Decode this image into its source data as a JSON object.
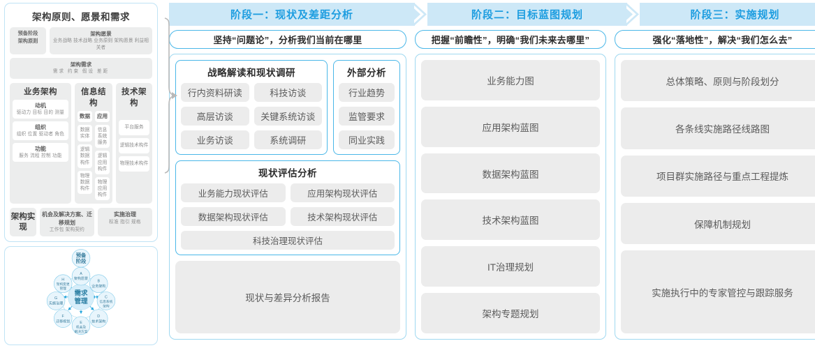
{
  "colors": {
    "accent": "#1d9de0",
    "band": "#cde8f7",
    "border_light": "#bfe3f5",
    "border_mid": "#9fd8f0",
    "border_strong": "#4ab7e8",
    "chip_bg": "#ececec",
    "text_dark": "#2b2b2b",
    "text_mid": "#5b5b5b",
    "circle_fill": "#e8f5fc",
    "circle_stroke": "#79c7e8"
  },
  "left_panel": {
    "framework": {
      "title": "架构原则、愿景和需求",
      "prep": {
        "line1": "预备阶段",
        "line2": "架构原则"
      },
      "vision": {
        "heading": "架构愿景",
        "sub": "业务战略 技术战略 业务原则 架构愿景 利益相关者"
      },
      "requirements": {
        "heading": "架构需求",
        "sub": "需求  约束  假设  差距"
      },
      "columns": [
        {
          "title": "业务架构",
          "blocks": [
            {
              "heading": "动机",
              "sub": "驱动力 目标 目的 测量"
            },
            {
              "heading": "组织",
              "sub": "组织 位置 驱动者 角色"
            },
            {
              "heading": "功能",
              "sub": "服务 流程 控制 功能"
            }
          ]
        },
        {
          "title": "信息结构",
          "left_cells": [
            "数据",
            "数据实体",
            "逻辑数据构件",
            "物理数据构件"
          ],
          "right_cells": [
            "应用",
            "信息系统服务",
            "逻辑应用构件",
            "物理应用构件"
          ]
        },
        {
          "title": "技术架构",
          "cells": [
            "平台服务",
            "逻辑技术构件",
            "物理技术构件"
          ]
        }
      ],
      "implementation": {
        "label": "架构实现",
        "items": [
          {
            "heading": "机会及解决方案、迁移规划",
            "sub": "工作包  架构契约"
          },
          {
            "heading": "实施治理",
            "sub": "标准  指引  规格"
          }
        ]
      }
    },
    "adm": {
      "center": "需求管理",
      "prelim": "预备阶段",
      "nodes": [
        {
          "key": "A",
          "label": "架构愿景"
        },
        {
          "key": "B",
          "label": "业务架构"
        },
        {
          "key": "C",
          "label": "信息系统架构"
        },
        {
          "key": "D",
          "label": "技术架构"
        },
        {
          "key": "E",
          "label": "机会及解决方案"
        },
        {
          "key": "F",
          "label": "迁移规划"
        },
        {
          "key": "G",
          "label": "实施治理"
        },
        {
          "key": "H",
          "label": "架构变更管理"
        }
      ]
    }
  },
  "phases": [
    {
      "band": "阶段一：现状及差距分析",
      "statement": "坚持“问题论”，分析我们当前在哪里"
    },
    {
      "band": "阶段二：目标蓝图规划",
      "statement": "把握“前瞻性”，明确“我们未来去哪里”"
    },
    {
      "band": "阶段三：实施规划",
      "statement": "强化“落地性”，解决“我们怎么去”"
    }
  ],
  "phase1": {
    "research": {
      "title": "战略解读和现状调研",
      "items": [
        "行内资料研读",
        "科技访谈",
        "高层访谈",
        "关键系统访谈",
        "业务访谈",
        "系统调研"
      ]
    },
    "external": {
      "title": "外部分析",
      "items": [
        "行业趋势",
        "监管要求",
        "同业实践"
      ]
    },
    "assessment": {
      "title": "现状评估分析",
      "items": [
        "业务能力现状评估",
        "应用架构现状评估",
        "数据架构现状评估",
        "技术架构现状评估"
      ],
      "full_item": "科技治理现状评估"
    },
    "report": "现状与差异分析报告"
  },
  "phase2": {
    "items": [
      "业务能力图",
      "应用架构蓝图",
      "数据架构蓝图",
      "技术架构蓝图",
      "IT治理规划",
      "架构专题规划"
    ]
  },
  "phase3": {
    "items": [
      {
        "label": "总体策略、原则与阶段划分",
        "grow": 1
      },
      {
        "label": "各条线实施路径线路图",
        "grow": 1
      },
      {
        "label": "项目群实施路径与重点工程提炼",
        "grow": 1
      },
      {
        "label": "保障机制规划",
        "grow": 1
      },
      {
        "label": "实施执行中的专家管控与跟踪服务",
        "grow": 2
      }
    ]
  }
}
